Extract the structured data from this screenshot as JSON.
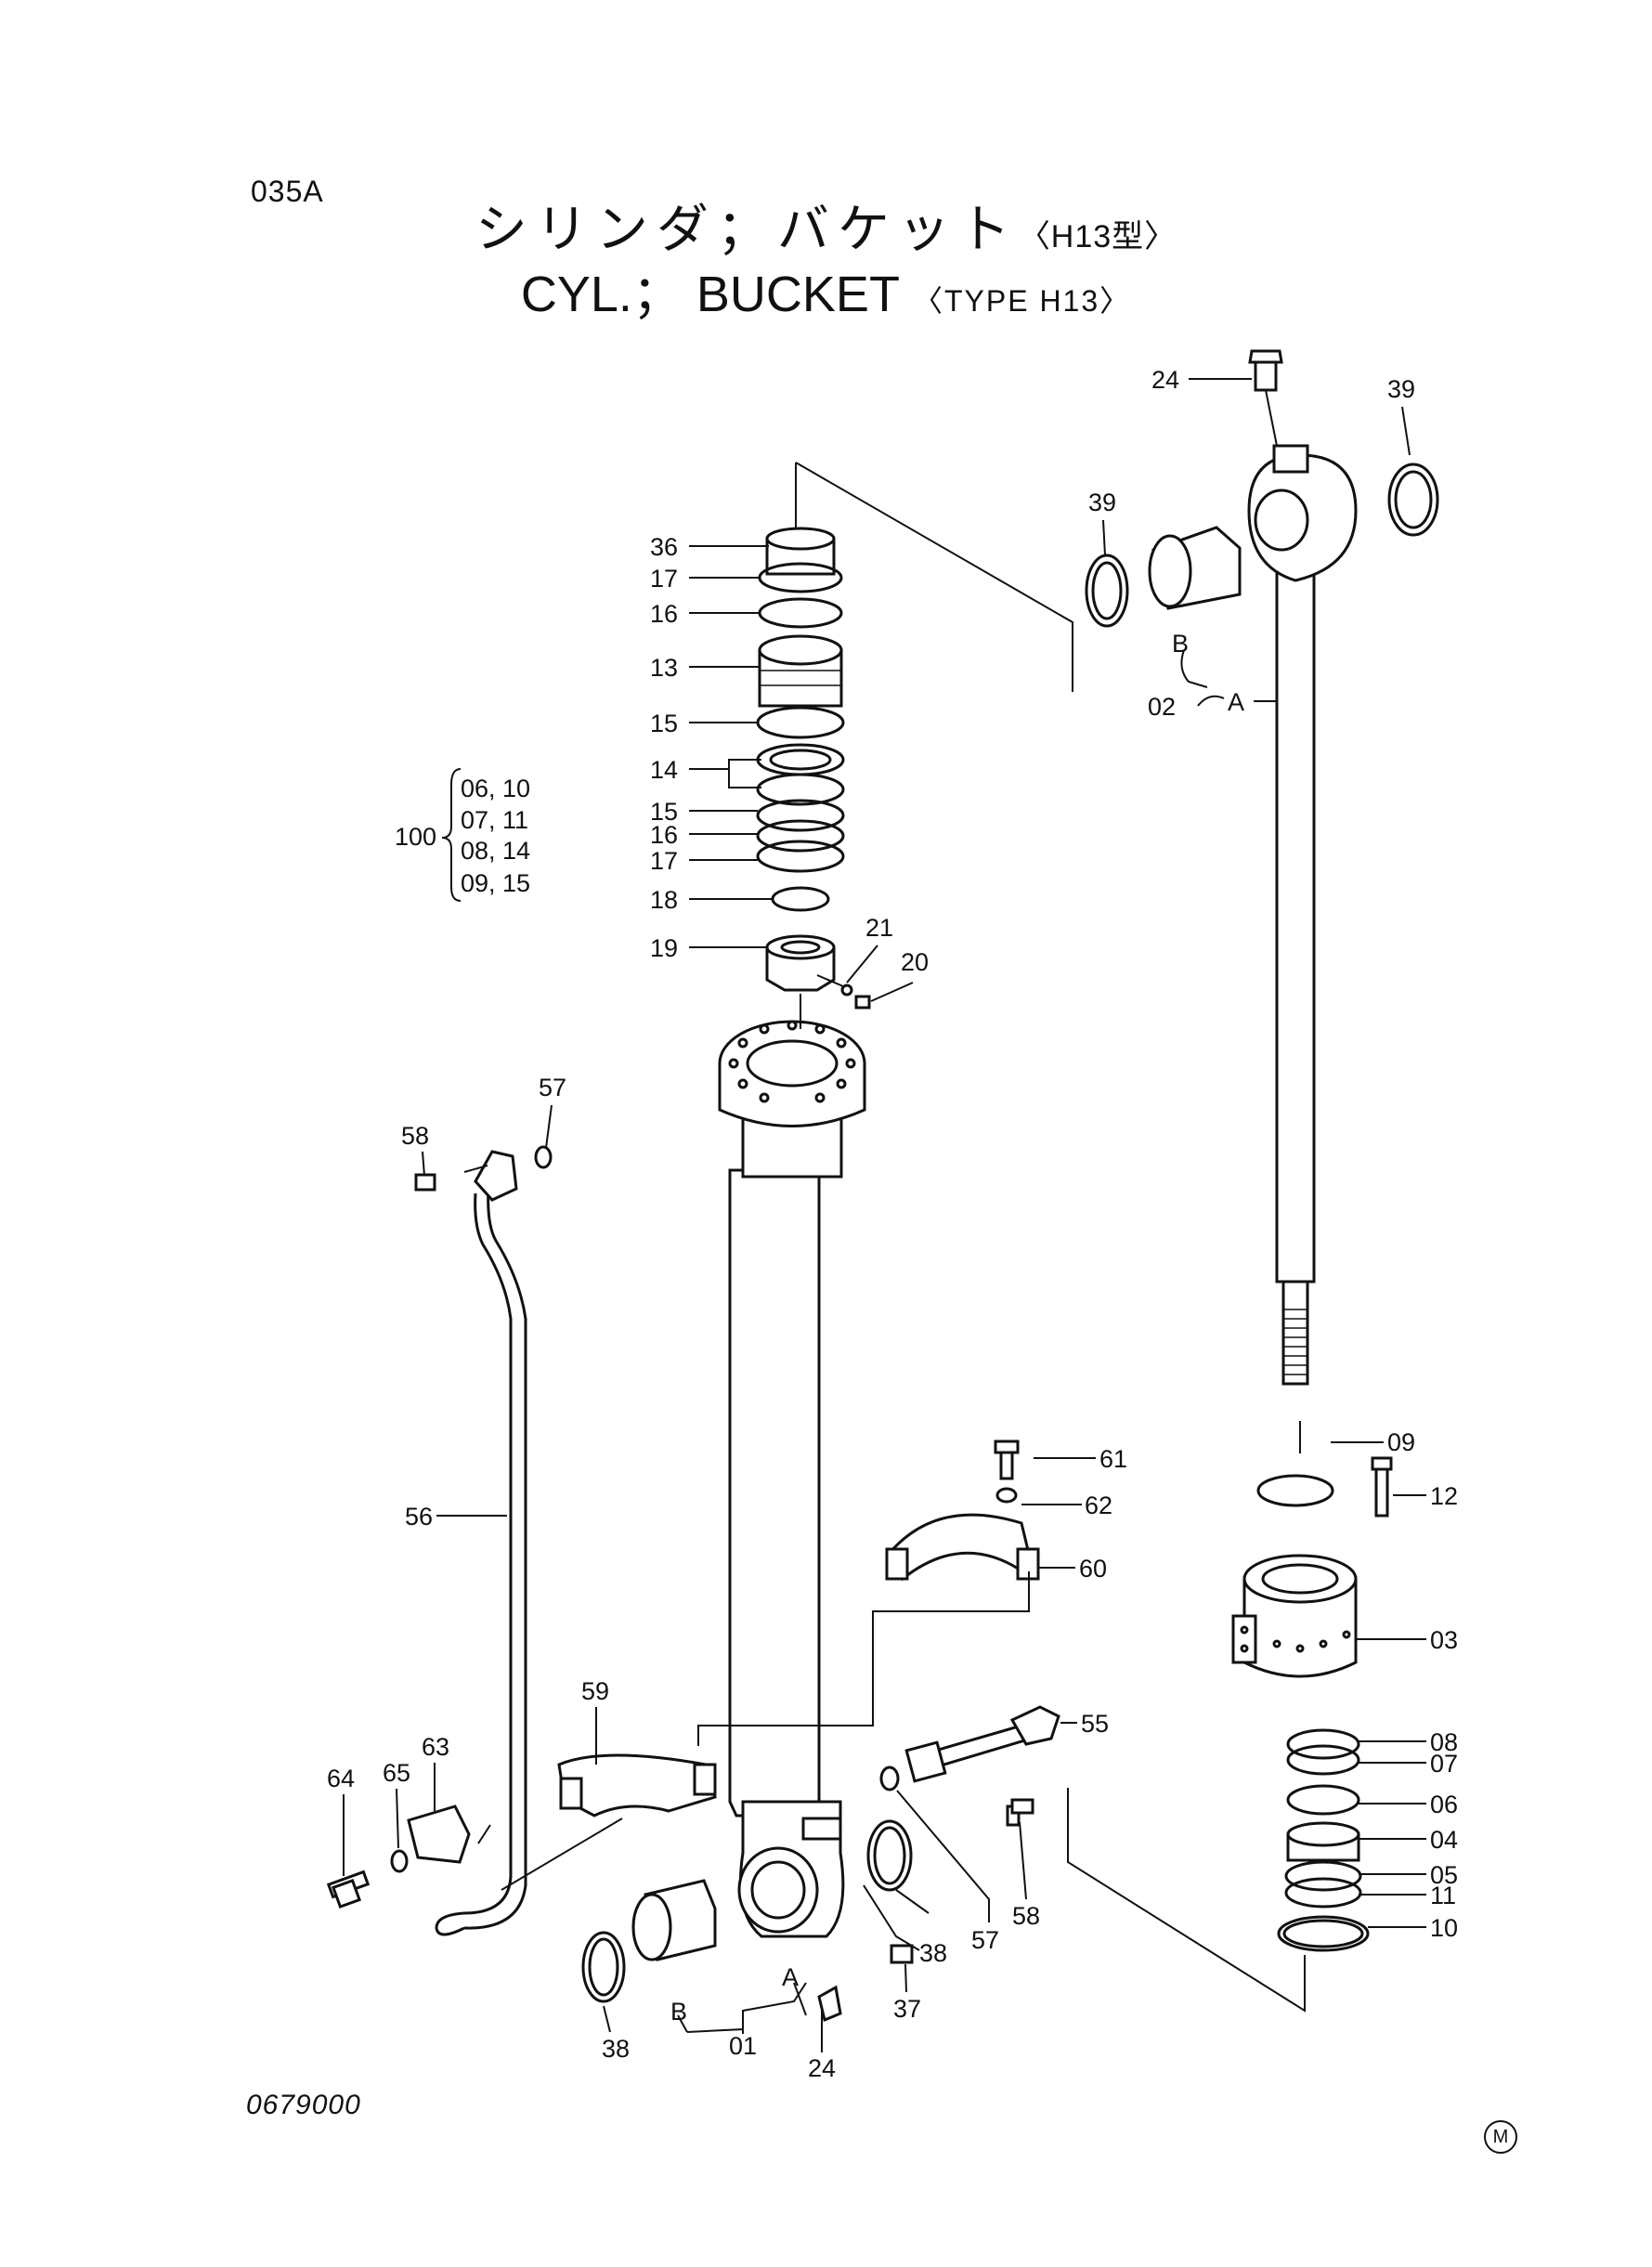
{
  "header": {
    "page_code": "035A",
    "title_jp": "シリンダ；バケット",
    "title_jp_type": "〈H13型〉",
    "title_en": "CYL.； BUCKET",
    "title_en_type": "〈TYPE  H13〉"
  },
  "footer": {
    "doc_number": "0679000",
    "mark": "M"
  },
  "callouts": {
    "c36": "36",
    "c17a": "17",
    "c16a": "16",
    "c13": "13",
    "c15a": "15",
    "c14": "14",
    "c15b": "15",
    "c16b": "16",
    "c17b": "17",
    "c18": "18",
    "c19": "19",
    "c21": "21",
    "c20": "20",
    "c24top": "24",
    "c39a": "39",
    "c39b": "39",
    "c02": "02",
    "lblA_rod": "A",
    "lblB_rod": "B",
    "c09": "09",
    "c12": "12",
    "c03": "03",
    "c08": "08",
    "c07": "07",
    "c06": "06",
    "c04": "04",
    "c05": "05",
    "c11": "11",
    "c10": "10",
    "c57a": "57",
    "c58a": "58",
    "c56": "56",
    "c61": "61",
    "c62": "62",
    "c60": "60",
    "c59": "59",
    "c63": "63",
    "c65": "65",
    "c64": "64",
    "c55": "55",
    "c57b": "57",
    "c58b": "58",
    "c38a": "38",
    "c38b": "38",
    "c37": "37",
    "c01": "01",
    "c24bot": "24",
    "lblA_tube": "A",
    "lblB_tube": "B"
  },
  "kit": {
    "number": "100",
    "rows": [
      "06, 10",
      "07, 11",
      "08, 14",
      "09, 15"
    ]
  }
}
